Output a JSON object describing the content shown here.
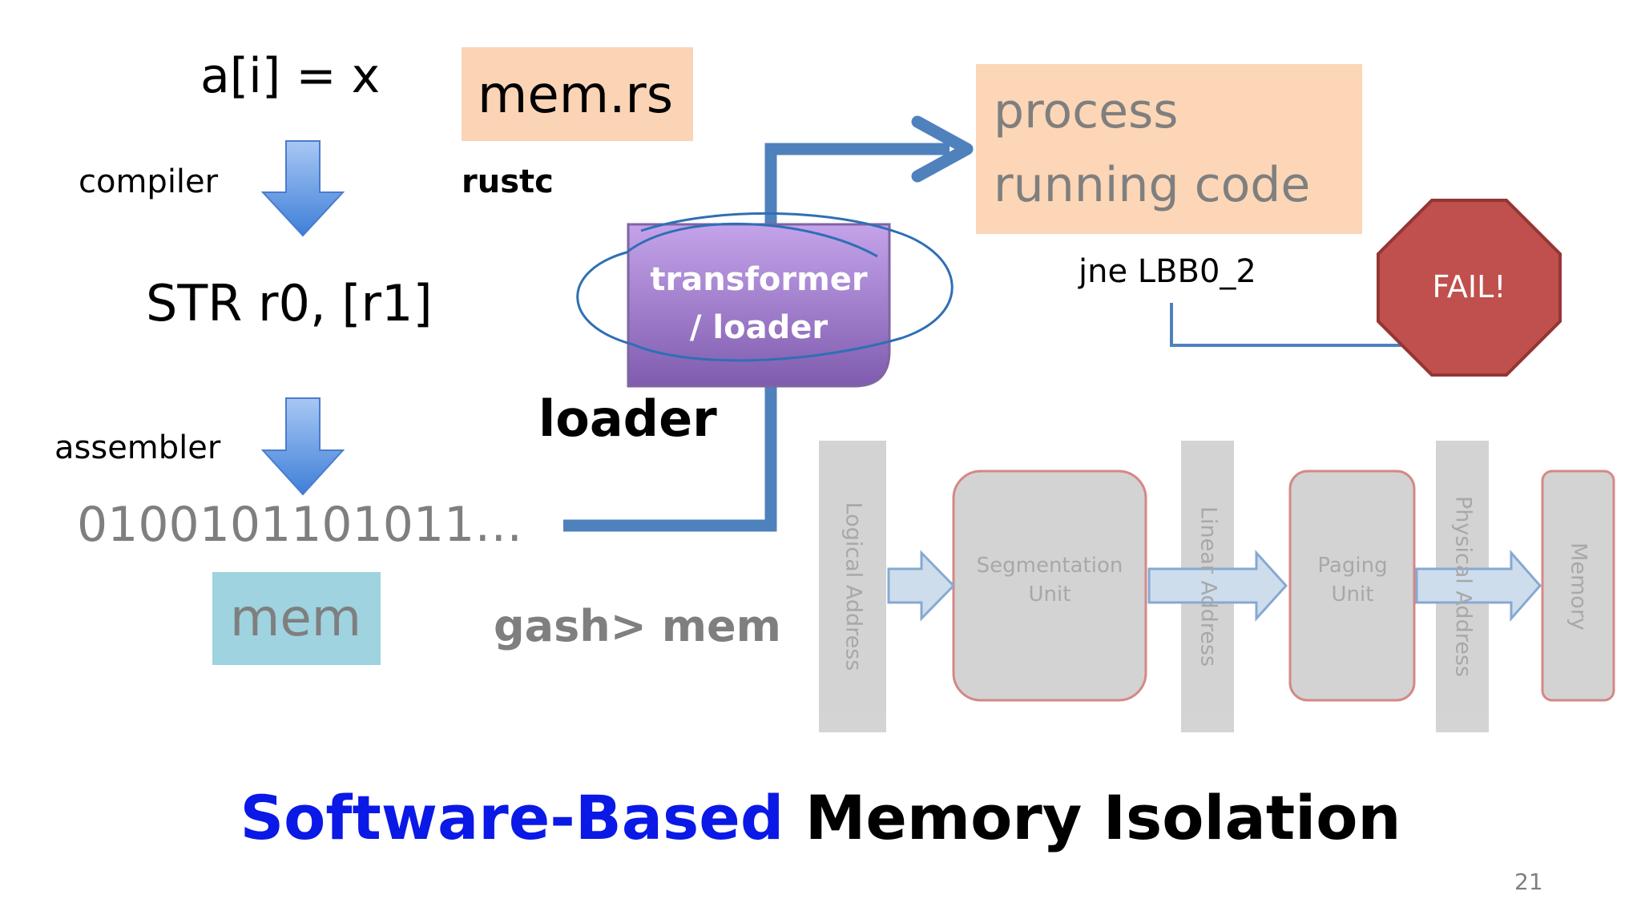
{
  "slide": {
    "source_code": "a[i] = x",
    "source_file": "mem.rs",
    "compiler_label": "compiler",
    "compiler_name": "rustc",
    "assembly": "STR r0, [r1]",
    "assembler_label": "assembler",
    "binary": "0100101101011…",
    "binary_name": "mem",
    "shell_command": "gash> mem",
    "transformer_line1": "transformer",
    "transformer_line2": "/ loader",
    "loader_label": "loader",
    "process_line1": "process",
    "process_line2": "running code",
    "jump_instruction": "jne LBB0_2",
    "fail_sign": "FAIL!",
    "title_part1": "Software-Based",
    "title_part2": "Memory Isolation",
    "page_number": "21"
  },
  "address_pipeline": {
    "logical_address": "Logical Address",
    "segmentation_unit_line1": "Segmentation",
    "segmentation_unit_line2": "Unit",
    "linear_address": "Linear Address",
    "paging_unit_line1": "Paging",
    "paging_unit_line2": "Unit",
    "physical_address": "Physical Address",
    "memory": "Memory"
  },
  "colors": {
    "title_accent": "#0a19e6",
    "source_box": "#fbd3b5",
    "process_box": "#fcd6b6",
    "binary_box": "#9ed3df",
    "transformer_box": "#9a72c4",
    "fail_sign": "#c0504d",
    "flow_arrow": "#4f81bd",
    "pipeline_box": "#bfbfbf"
  }
}
